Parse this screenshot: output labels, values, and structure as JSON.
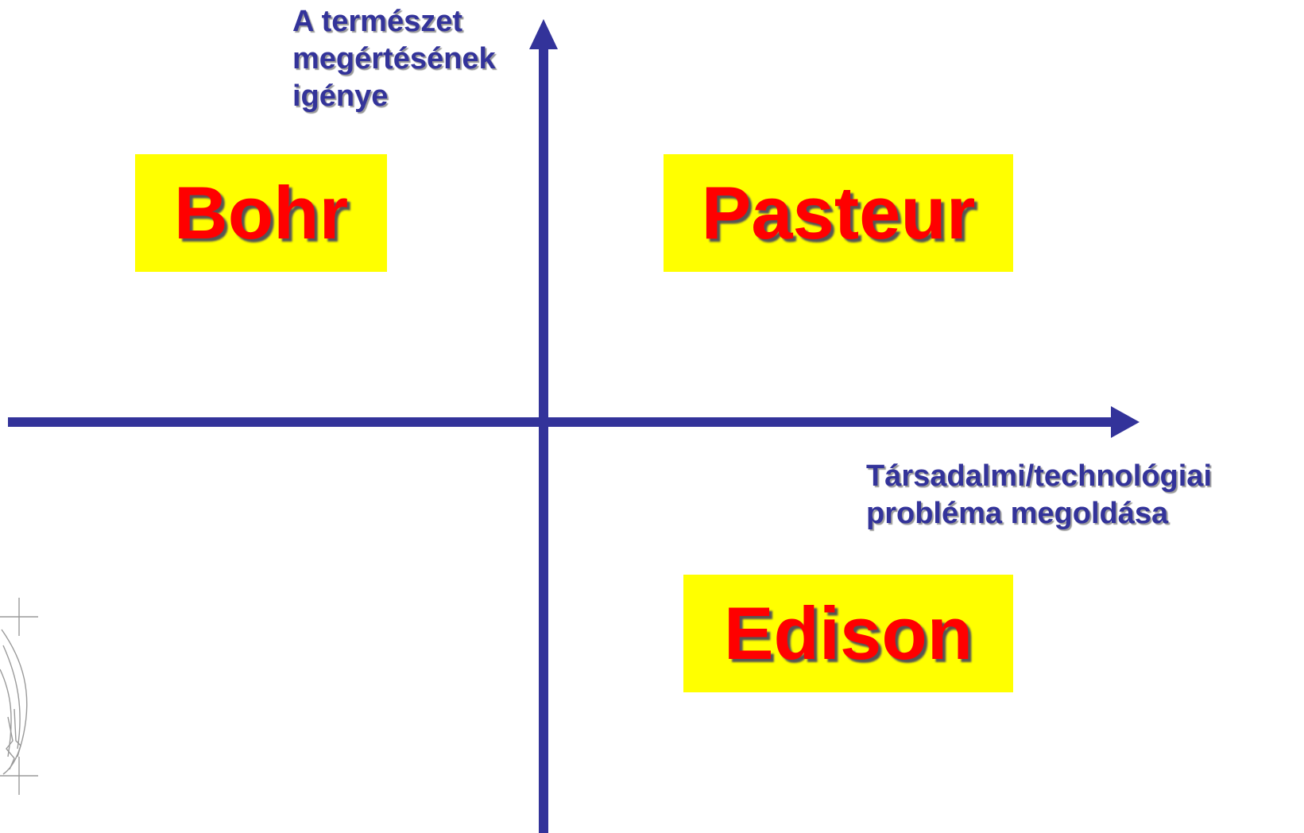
{
  "diagram": {
    "y_axis_label": [
      "A természet",
      "megértésének",
      "igénye"
    ],
    "x_axis_label": [
      "Társadalmi/technológiai",
      "probléma megoldása"
    ],
    "quadrants": {
      "top_left": "Bohr",
      "top_right": "Pasteur",
      "bottom_right": "Edison"
    },
    "colors": {
      "axis": "#33339a",
      "box_fill": "#ffff00",
      "box_text": "#ff0000"
    }
  }
}
